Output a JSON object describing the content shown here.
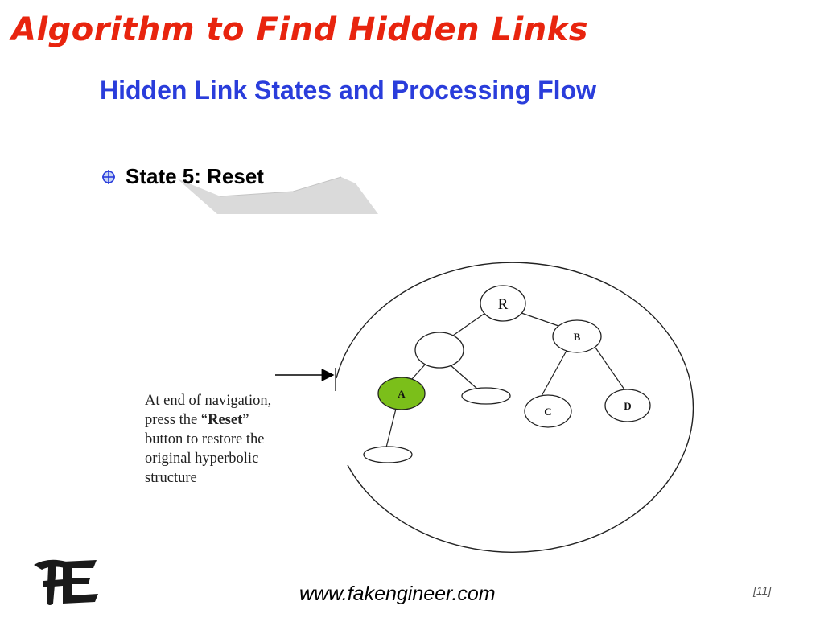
{
  "slide": {
    "title": "Algorithm to Find Hidden Links",
    "subtitle": "Hidden Link States and Processing Flow",
    "bullet": "State 5: Reset"
  },
  "diagram": {
    "nodes": {
      "root": "R",
      "b": "B",
      "a": "A",
      "c": "C",
      "d": "D"
    },
    "caption": {
      "line1": "At end of navigation,",
      "line2_pre": "press the “",
      "line2_bold": "Reset",
      "line2_post": "”",
      "line3": "button to restore the",
      "line4": "original hyperbolic",
      "line5": "structure"
    },
    "highlight_color": "#7bbf1a"
  },
  "footer": {
    "url": "www.fakengineer.com",
    "page": "[11]"
  },
  "colors": {
    "title": "#e8240e",
    "subtitle": "#2a3ddb"
  }
}
